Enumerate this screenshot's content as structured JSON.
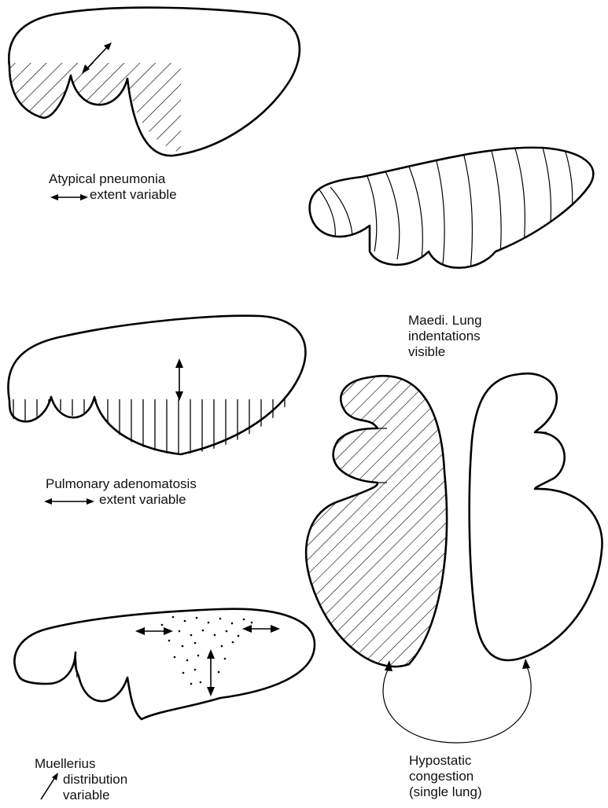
{
  "captions": {
    "atypical": {
      "line1": "Atypical pneumonia",
      "line2": "extent variable"
    },
    "maedi": {
      "line1": "Maedi.  Lung",
      "line2": "indentations",
      "line3": "visible"
    },
    "adenomatosis": {
      "line1": "Pulmonary adenomatosis",
      "line2": "extent variable"
    },
    "muellerius": {
      "line1": "Muellerius",
      "line2": "distribution",
      "line3": "variable"
    },
    "hypostatic": {
      "line1": "Hypostatic",
      "line2": "congestion",
      "line3": "(single lung)"
    }
  },
  "icons": [
    "double-arrow-icon",
    "dot-stipple-icon",
    "hatch-pattern-icon",
    "curved-arrow-icon"
  ],
  "colors": {
    "ink": "#000000",
    "paper": "#ffffff"
  }
}
